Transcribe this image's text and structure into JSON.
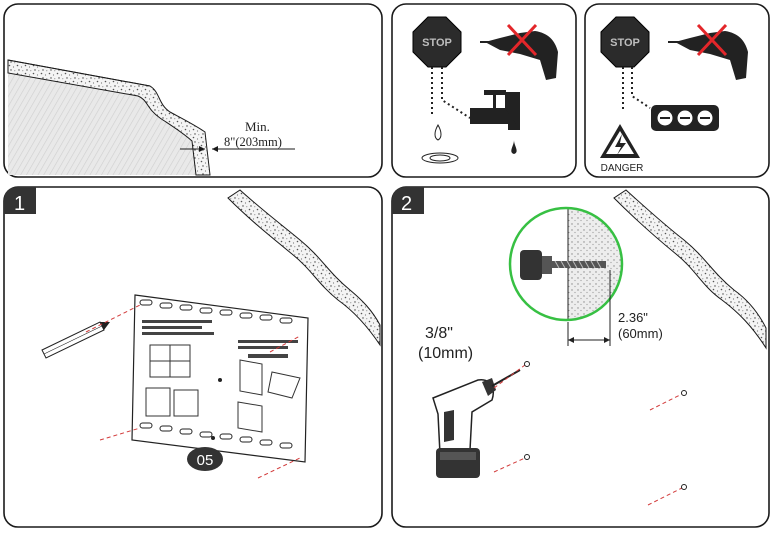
{
  "clearance_panel": {
    "min_label": "Min.",
    "distance_label": "8\"(203mm)"
  },
  "warning_panels": {
    "stop_sign_text": "STOP",
    "danger_label": "DANGER"
  },
  "step1": {
    "step_number": "1",
    "template_tag": "05"
  },
  "step2": {
    "step_number": "2",
    "drill_size": "3/8\"",
    "drill_size_metric": "(10mm)",
    "depth": "2.36\"",
    "depth_metric": "(60mm)"
  },
  "colors": {
    "border": "#1a1a1a",
    "prohibit_red": "#e3262a",
    "zoom_circle_green": "#37c043",
    "guide_line_red": "#d23a3a",
    "badge_bg": "#333333"
  }
}
